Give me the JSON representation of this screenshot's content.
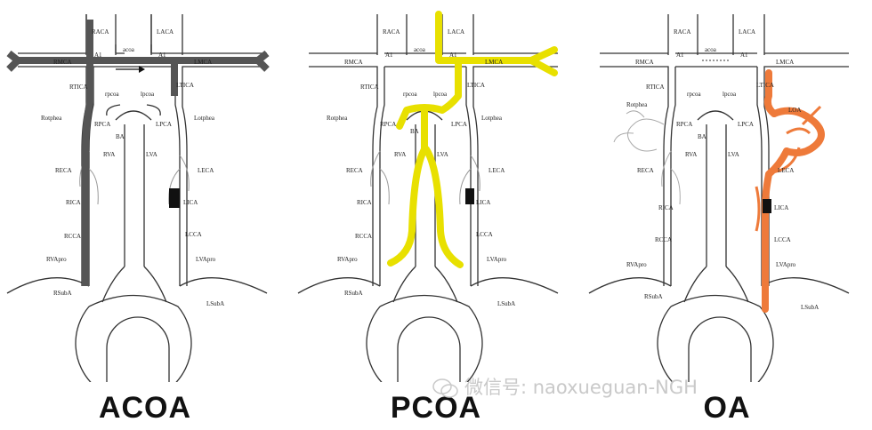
{
  "panels": [
    {
      "caption": "ACOA",
      "highlight_color": "#5a5a5a"
    },
    {
      "caption": "PCOA",
      "highlight_color": "#f5f000"
    },
    {
      "caption": "OA",
      "highlight_color": "#ef7838"
    }
  ],
  "labels": {
    "raca": "RACA",
    "laca": "LACA",
    "acoa": "acoa",
    "a1_left": "A1",
    "a1_right": "A1",
    "rmca": "RMCA",
    "lmca": "LMCA",
    "rtica": "RTICA",
    "ltica": "LTICA",
    "rpcoa": "rpcoa",
    "lpcoa": "lpcoa",
    "rpca": "RPCA",
    "lpca": "LPCA",
    "ba": "BA",
    "rophea": "Rotphea",
    "lophea": "Lotphea",
    "rva": "RVA",
    "lva": "LVA",
    "reca": "RECA",
    "leca": "LECA",
    "rica": "RICA",
    "lica": "LICA",
    "rcca": "RCCA",
    "lcca": "LCCA",
    "rvapro": "RVApro",
    "lvapro": "LVApro",
    "rsuba": "RSubA",
    "lsuba": "LSubA",
    "loa": "LOA"
  },
  "watermark": "微信号: naoxueguan-NGH"
}
